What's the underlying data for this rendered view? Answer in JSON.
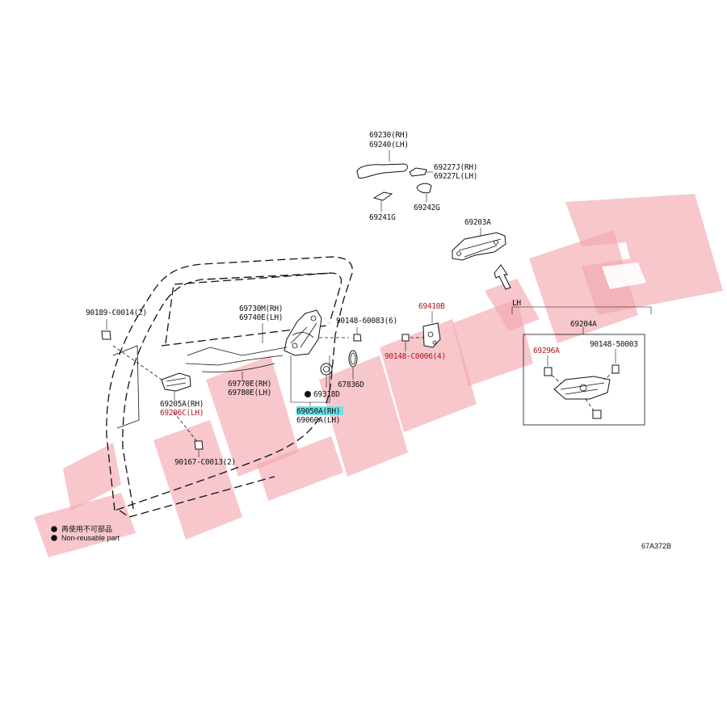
{
  "labels": {
    "handle_rh": "69230(RH)",
    "handle_lh": "69240(LH)",
    "cap_rh": "69227J(RH)",
    "cap_lh": "69227L(LH)",
    "pad_g1": "69241G",
    "pad_g2": "69242G",
    "frame": "69203A",
    "lh_tag": "LH",
    "striker": "69410B",
    "lh_assy": "69204A",
    "lock_cyl": "69296A",
    "screw_50003": "90148-50003",
    "screw_60083": "90148-60083(6)",
    "screw_c0006": "90148-C0006(4)",
    "bolt_c0014": "90189-C0014(2)",
    "cable_rh": "69730M(RH)",
    "cable_lh": "69740E(LH)",
    "rod_rh": "69770E(RH)",
    "rod_lh": "69780E(LH)",
    "inside_rh": "69205A(RH)",
    "inside_lh": "69206C(LH)",
    "seal": "67836D",
    "clip": "69318D",
    "lock_rh": "69050A(RH)",
    "lock_lh": "69060A(LH)",
    "bolt_c0013": "90167-C0013(2)"
  },
  "legend": {
    "jp": "再使用不可部品",
    "en": "Non-reusable part"
  },
  "figure_code": "67A372B",
  "colors": {
    "watermark": "#f2a4ad",
    "highlight": "#6fe3e8",
    "red_label": "#b3121a"
  }
}
